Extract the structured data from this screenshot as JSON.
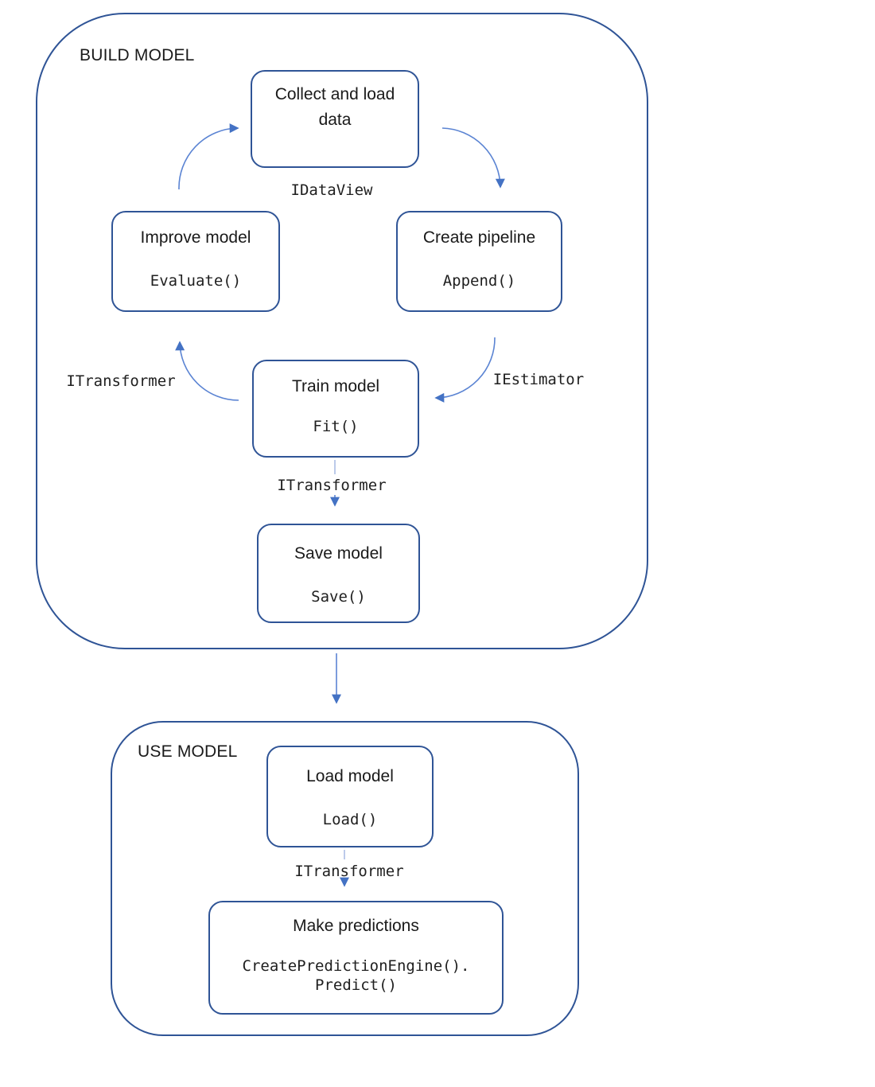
{
  "colors": {
    "shape_border": "#2f5496",
    "arrow_stroke": "#5b84d3",
    "arrow_head": "#4472c4",
    "arrow_stem_light": "#9fb3e0",
    "text_dark": "#1f1f1f"
  },
  "build_model": {
    "label": "BUILD MODEL",
    "nodes": {
      "collect": {
        "title": "Collect and load data"
      },
      "create_pipeline": {
        "title": "Create pipeline",
        "code": "Append()"
      },
      "train": {
        "title": "Train model",
        "code": "Fit()"
      },
      "improve": {
        "title": "Improve model",
        "code": "Evaluate()"
      },
      "save": {
        "title": "Save model",
        "code": "Save()"
      }
    },
    "edge_labels": {
      "idataview": "IDataView",
      "iestimator": "IEstimator",
      "itransformer_feedback": "ITransformer",
      "itransformer_to_save": "ITransformer"
    }
  },
  "use_model": {
    "label": "USE MODEL",
    "nodes": {
      "load": {
        "title": "Load model",
        "code": "Load()"
      },
      "predict": {
        "title": "Make predictions",
        "code_line1": "CreatePredictionEngine().",
        "code_line2": "Predict()"
      }
    },
    "edge_labels": {
      "itransformer_to_predict": "ITransformer"
    }
  }
}
